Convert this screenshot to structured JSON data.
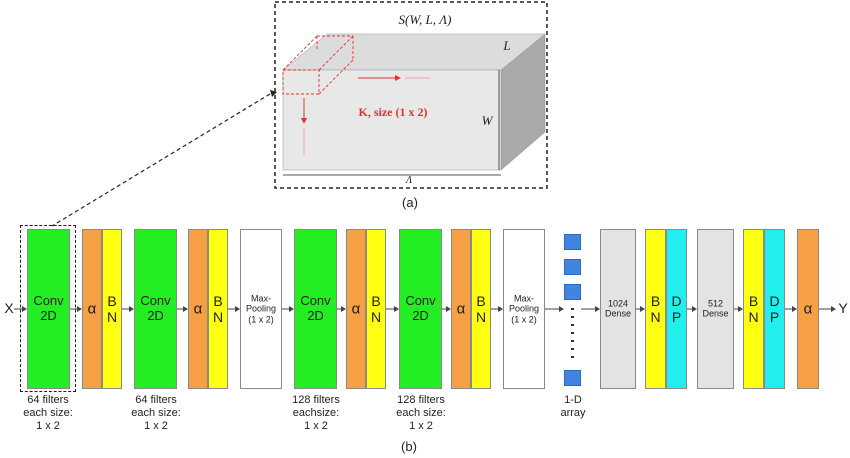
{
  "part_a": {
    "caption": "(a)",
    "tensor_label": "S(W, L, Λ)",
    "dim_L": "L",
    "dim_W": "W",
    "dim_Lambda": "Λ",
    "kernel_label": "K, size (1 x 2)"
  },
  "part_b": {
    "caption": "(b)",
    "input": "X",
    "output": "Y",
    "blocks": {
      "conv1": "Conv\n2D",
      "alpha1": "α",
      "bn1": "B\nN",
      "conv2": "Conv\n2D",
      "alpha2": "α",
      "bn2": "B\nN",
      "pool1": "Max-\nPooling\n(1 x 2)",
      "conv3": "Conv\n2D",
      "alpha3": "α",
      "bn3": "B\nN",
      "conv4": "Conv\n2D",
      "alpha4": "α",
      "bn4": "B\nN",
      "pool2": "Max-\nPooling\n(1 x 2)",
      "dense1": "1024\nDense",
      "bn5": "B\nN",
      "dp1": "D\nP",
      "dense2": "512\nDense",
      "bn6": "B\nN",
      "dp2": "D\nP",
      "alpha5": "α"
    },
    "sublabels": {
      "conv1": "64 filters\neach size:\n1 x 2",
      "conv2": "64 filters\neach size:\n1 x 2",
      "conv3": "128 filters\neachsize:\n1 x 2",
      "conv4": "128 filters\neach size:\n1 x 2",
      "array": "1-D\narray"
    }
  },
  "colors": {
    "conv": "#22ee22",
    "alpha": "#f5a045",
    "bn": "#ffff11",
    "dp": "#22eeee",
    "pool": "#ffffff",
    "dense": "#e3e3e3",
    "array": "#3f86e0",
    "kernel": "#e53030"
  }
}
